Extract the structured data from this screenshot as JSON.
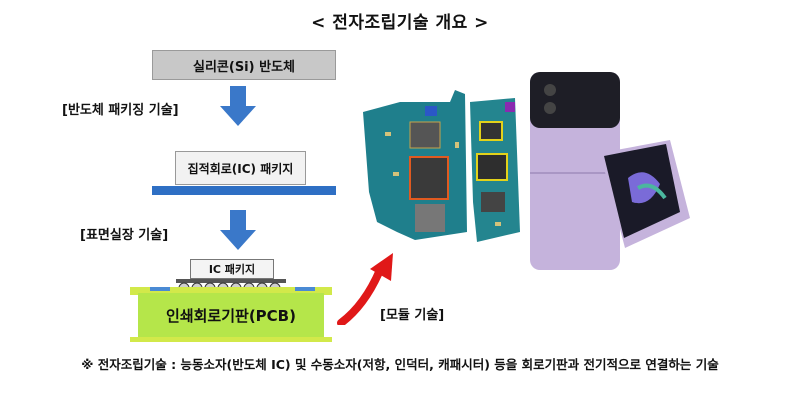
{
  "title": "< 전자조립기술 개요 >",
  "flow": {
    "silicon_label": "실리콘(Si) 반도체",
    "step1_label": "[반도체 패키징 기술]",
    "ic_package_label": "집적회로(IC) 패키지",
    "step2_label": "[표면실장 기술]",
    "ic_chip_label": "IC 패키지",
    "pcb_label": "인쇄회로기판(PCB)",
    "module_label": "[모듈 기술]"
  },
  "footnote": "※ 전자조립기술 : 능동소자(반도체 IC) 및 수동소자(저항, 인덕터, 캐패시터) 등을 회로기판과 전기적으로 연결하는 기술",
  "colors": {
    "arrow_blue": "#3a78c9",
    "pcb_green": "#b5e64a",
    "pcb_base": "#d2e94a",
    "module_arrow_red": "#e01818",
    "board_teal": "#1f7f8c",
    "phone_lavender": "#c5b3dc"
  },
  "icons": [
    "down-arrow-icon",
    "curved-arrow-icon"
  ]
}
